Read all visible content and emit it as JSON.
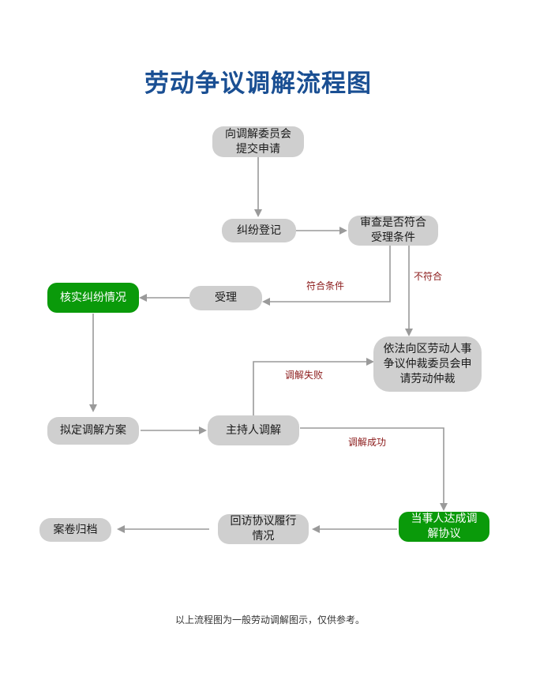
{
  "title": "劳动争议调解流程图",
  "nodes": {
    "submit": "向调解委员会\n提交申请",
    "register": "纠纷登记",
    "review": "审查是否符合\n受理条件",
    "accept": "受理",
    "verify": "核实纠纷情况",
    "arbitration": "依法向区劳动人事\n争议仲裁委员会申\n请劳动仲裁",
    "plan": "拟定调解方案",
    "host": "主持人调解",
    "agreement": "当事人达成调\n解协议",
    "followup": "回访协议履行\n情况",
    "archive": "案卷归档"
  },
  "edge_labels": {
    "eligible": "符合条件",
    "not_eligible": "不符合",
    "failed": "调解失败",
    "success": "调解成功"
  },
  "colors": {
    "title": "#1a4f93",
    "node_gray": "#cfcfcf",
    "node_green": "#0a9a0a",
    "edge_label": "#8b1a1a",
    "arrow": "#9a9a9a"
  },
  "footnote": "以上流程图为一般劳动调解图示，仅供参考。"
}
